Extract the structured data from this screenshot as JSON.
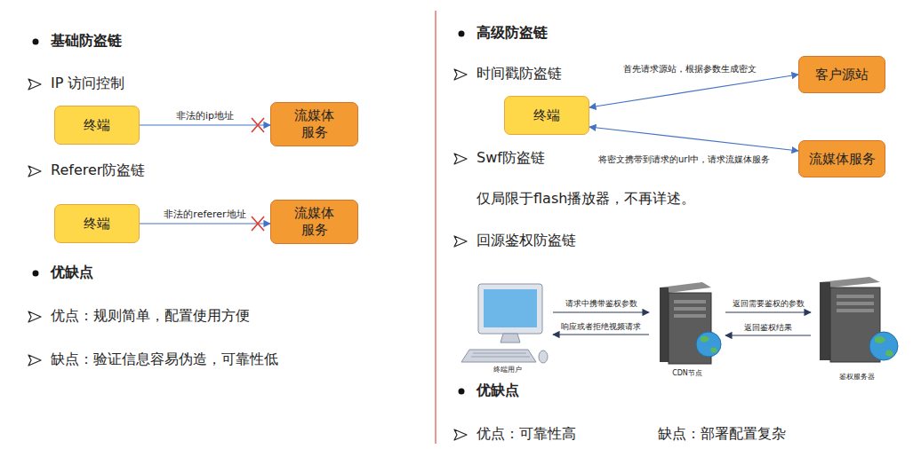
{
  "diagram": {
    "nodes": [
      {
        "text": [
          "终端"
        ]
      },
      {
        "text": [
          "流媒体 服务"
        ]
      },
      {
        "text": [
          "终端"
        ]
      },
      {
        "text": [
          "流媒体 服务"
        ]
      },
      {
        "text": [
          "终端"
        ]
      },
      {
        "text": [
          "客户源站"
        ]
      },
      {
        "text": [
          "流媒体服务"
        ]
      },
      {
        "text": [
          "终端用户"
        ]
      },
      {
        "text": [
          "CDN节点"
        ]
      },
      {
        "text": [
          "鉴权服务器"
        ]
      }
    ],
    "edges": [
      {
        "from": 0,
        "to": 1,
        "arrow": "to",
        "label": "非法的ip地址"
      },
      {
        "from": 2,
        "to": 3,
        "arrow": "to",
        "label": "非法的referer地址"
      },
      {
        "from": 4,
        "to": 5,
        "arrow": "both",
        "label": "首先请求源站，根据参数生成密文"
      },
      {
        "from": 4,
        "to": 6,
        "arrow": "both",
        "label": "将密文携带到请求的url中，请求流媒体服务"
      },
      {
        "from": 7,
        "to": 8,
        "arrow": "to",
        "label": "请求中携带鉴权参数"
      },
      {
        "from": 8,
        "to": 7,
        "arrow": "to",
        "label": "响应或者拒绝视频请求"
      },
      {
        "from": 8,
        "to": 9,
        "arrow": "to",
        "label": "返回需要鉴权的参数"
      },
      {
        "from": 9,
        "to": 8,
        "arrow": "to",
        "label": "返回鉴权结果"
      }
    ],
    "labels": [
      "基础防盗链",
      "IP 访问控制",
      "Referer防盗链",
      "优缺点",
      "优点：规则简单，配置使用方便",
      "缺点：验证信息容易伪造，可靠性低",
      "高级防盗链",
      "时间戳防盗链",
      "Swf防盗链",
      "仅局限于flash播放器，不再详述。",
      "回源鉴权防盗链",
      "优缺点",
      "优点：可靠性高",
      "缺点：部署配置复杂"
    ]
  }
}
